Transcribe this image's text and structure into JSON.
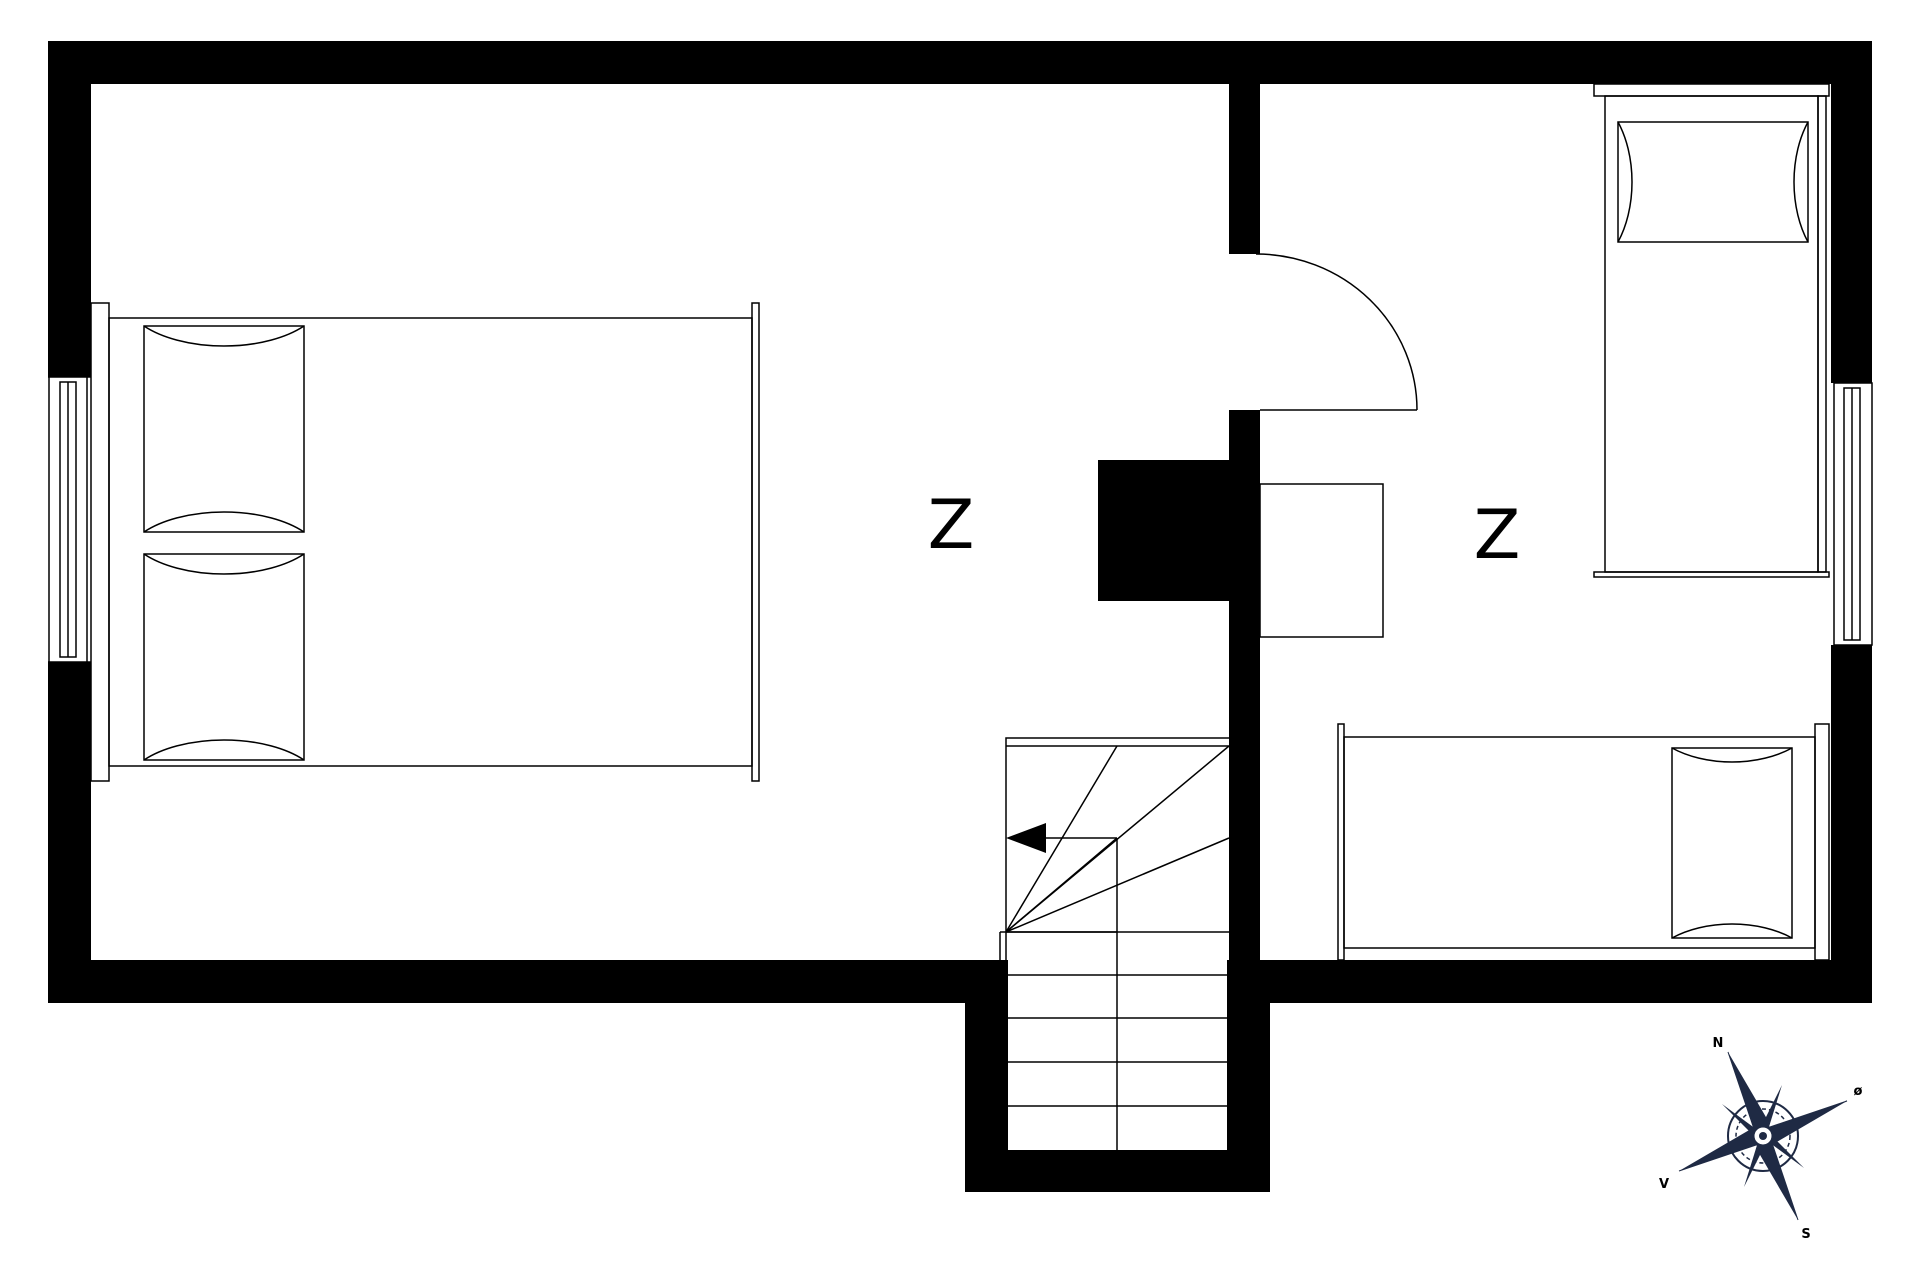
{
  "rooms": {
    "left_bedroom": {
      "label": "Z"
    },
    "right_bedroom": {
      "label": "Z"
    }
  },
  "compass": {
    "north": "N",
    "east": "ø",
    "south": "S",
    "west": "V",
    "color": "#1f2a44"
  },
  "colors": {
    "wall": "#000000",
    "line": "#000000",
    "background": "#ffffff"
  }
}
